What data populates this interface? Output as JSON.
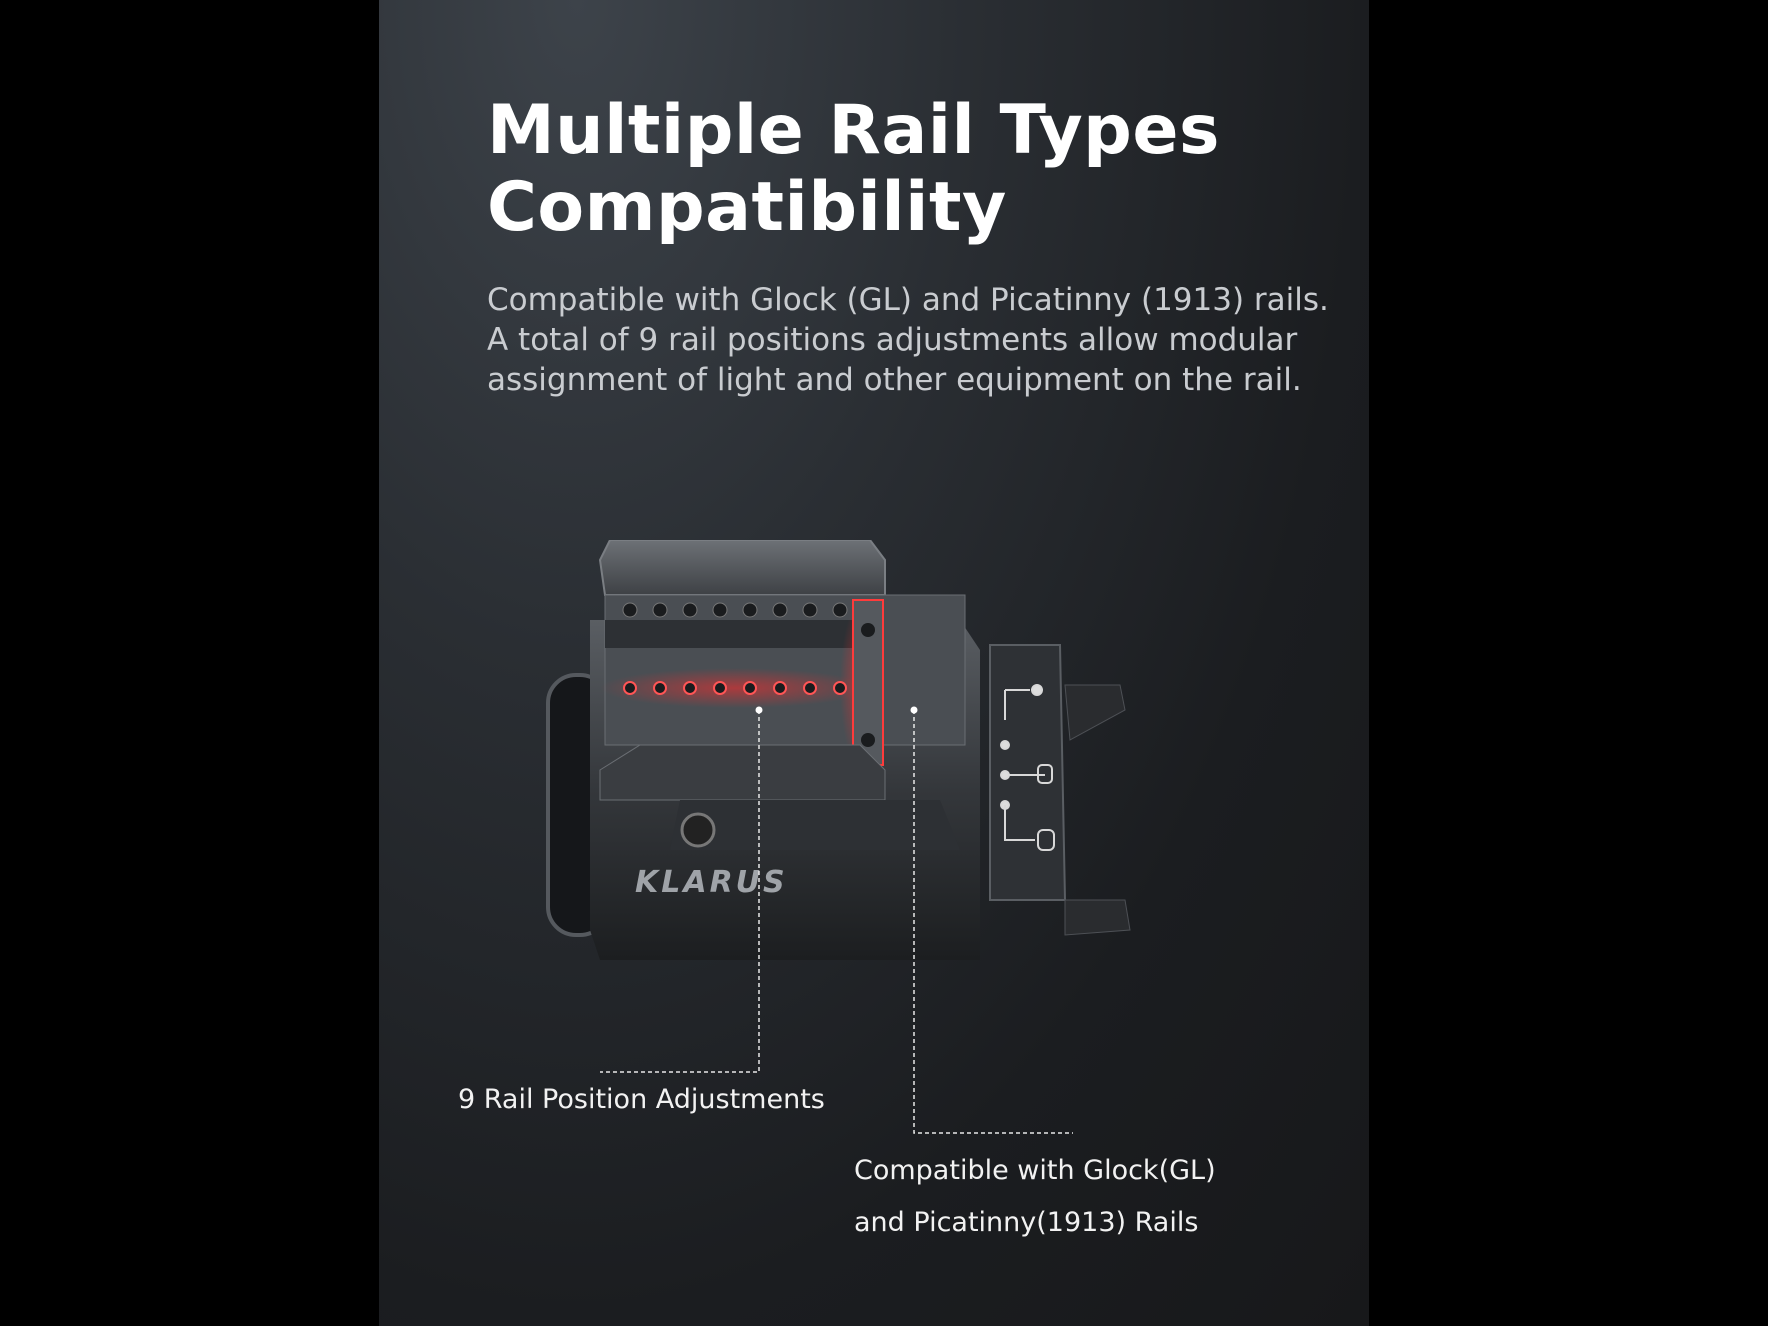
{
  "title": {
    "line1": "Multiple Rail Types",
    "line2": "Compatibility"
  },
  "description": "Compatible with Glock (GL) and Picatinny (1913) rails.  A total of 9 rail positions adjustments allow modular assignment of light and other equipment on the rail.",
  "product": {
    "brand": "KLARUS",
    "rail_positions": 9
  },
  "callouts": {
    "rail_positions": "9 Rail Position Adjustments",
    "compat_line1": "Compatible with Glock(GL)",
    "compat_line2": "and Picatinny(1913) Rails"
  },
  "colors": {
    "highlight": "#d9262c",
    "background": "#2a2e33"
  }
}
